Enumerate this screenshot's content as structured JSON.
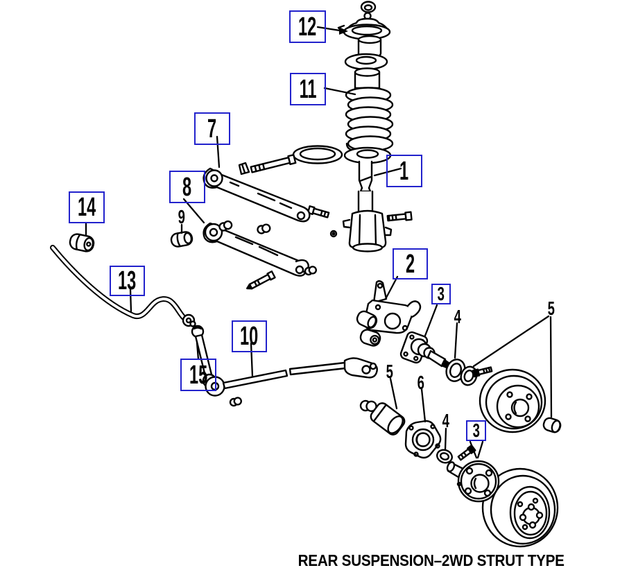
{
  "figure": {
    "caption": "REAR SUSPENSION–2WD STRUT TYPE",
    "background": "#ffffff",
    "ink_color": "#000000",
    "callout_box_color": "#2222cc"
  },
  "callouts": [
    {
      "label": "12",
      "style": "boxed"
    },
    {
      "label": "11",
      "style": "boxed"
    },
    {
      "label": "1",
      "style": "boxed"
    },
    {
      "label": "7",
      "style": "boxed"
    },
    {
      "label": "8",
      "style": "boxed"
    },
    {
      "label": "9",
      "style": "plain"
    },
    {
      "label": "14",
      "style": "boxed"
    },
    {
      "label": "13",
      "style": "boxed"
    },
    {
      "label": "2",
      "style": "boxed"
    },
    {
      "label": "3",
      "style": "boxed"
    },
    {
      "label": "4",
      "style": "plain"
    },
    {
      "label": "5",
      "style": "plain"
    },
    {
      "label": "10",
      "style": "boxed"
    },
    {
      "label": "15",
      "style": "boxed"
    },
    {
      "label": "5",
      "style": "plain"
    },
    {
      "label": "6",
      "style": "plain"
    },
    {
      "label": "4",
      "style": "plain"
    },
    {
      "label": "3",
      "style": "boxed"
    }
  ]
}
